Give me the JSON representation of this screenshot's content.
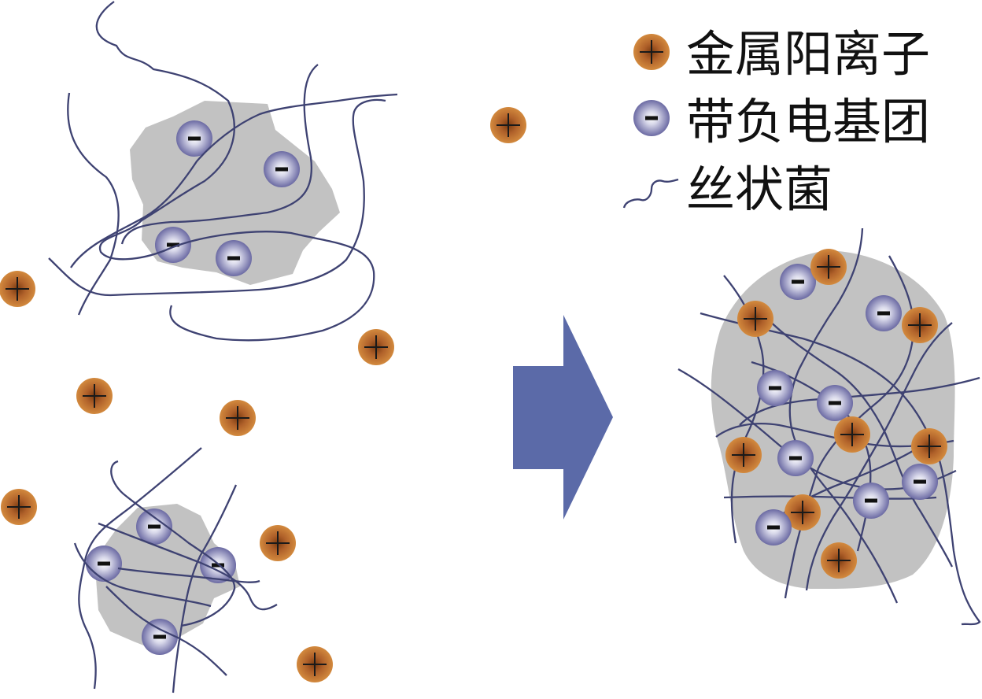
{
  "legend": {
    "cation_label": "金属阳离子",
    "anion_label": "带负电基团",
    "filament_label": "丝状菌"
  },
  "colors": {
    "cation": "#c77b32",
    "anion": "#6b6aa3",
    "filament": "#3e4272",
    "floc": "#c2c2c2",
    "arrow": "#5b6aa8"
  },
  "icons": {
    "cation": "plus-sign",
    "anion": "minus-sign",
    "filament": "wavy-line",
    "arrow": "right-arrow"
  }
}
